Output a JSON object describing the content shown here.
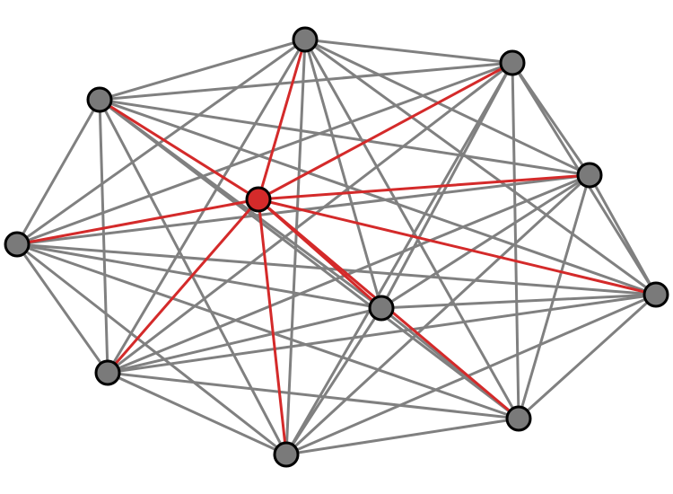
{
  "diagram": {
    "type": "complete-graph",
    "node_count": 11,
    "highlighted_node": "center",
    "colors": {
      "edge": "#808080",
      "highlight_edge": "#d42a2a",
      "node_fill": "#7a7a7a",
      "highlight_node_fill": "#d42a2a",
      "node_stroke": "#000000",
      "background": "#ffffff"
    }
  }
}
